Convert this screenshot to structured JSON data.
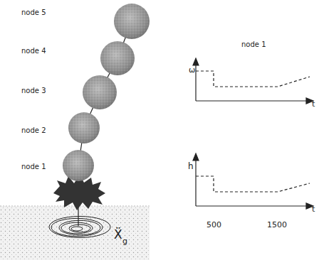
{
  "diagram": {
    "labels": [
      "node 5",
      "node 4",
      "node 3",
      "node 2",
      "node 1",
      "Ẍ",
      "g",
      "node 1",
      "ω",
      "t",
      "h",
      "t",
      "500",
      "1500"
    ]
  }
}
